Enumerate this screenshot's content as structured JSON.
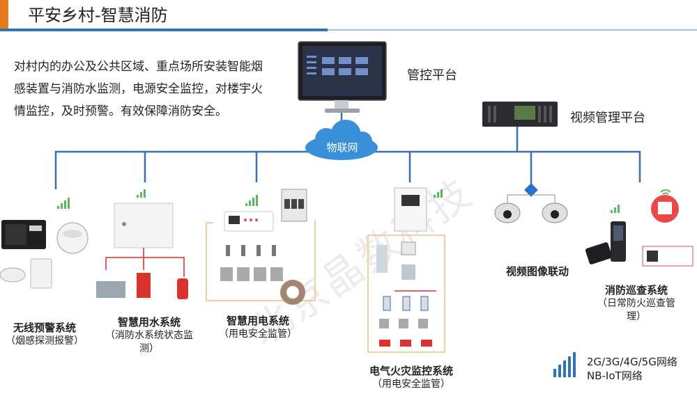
{
  "header": {
    "title": "平安乡村-智慧消防"
  },
  "intro": {
    "text": "对村内的办公及公共区域、重点场所安装智能烟感装置与消防水监测，电源安全监控，对楼宇火情监控，及时预警。有效保障消防安全。"
  },
  "platforms": {
    "control": "管控平台",
    "video": "视频管理平台",
    "iot": "物联网"
  },
  "systems": [
    {
      "title": "无线预警系统",
      "subtitle": "（烟感探测报警）"
    },
    {
      "title": "智慧用水系统",
      "subtitle": "（消防水系统状态监测）"
    },
    {
      "title": "智慧用电系统",
      "subtitle": "（用电安全监管）"
    },
    {
      "title": "电气火灾监控系统",
      "subtitle": "（用电安全监管）"
    },
    {
      "title": "视频图像联动",
      "subtitle": ""
    },
    {
      "title": "消防巡查系统",
      "subtitle": "（日常防火巡查管理）"
    }
  ],
  "legend": {
    "line1": "2G/3G/4G/5G网络",
    "line2": "NB-IoT网络"
  },
  "watermark": "北京晶数科技",
  "colors": {
    "accent": "#e87a1e",
    "rule": "#2e75b6",
    "network": "#3b6fb5",
    "cloud": "#3a90d8",
    "wiring": "#f0c896",
    "water": "#e84a4a"
  }
}
